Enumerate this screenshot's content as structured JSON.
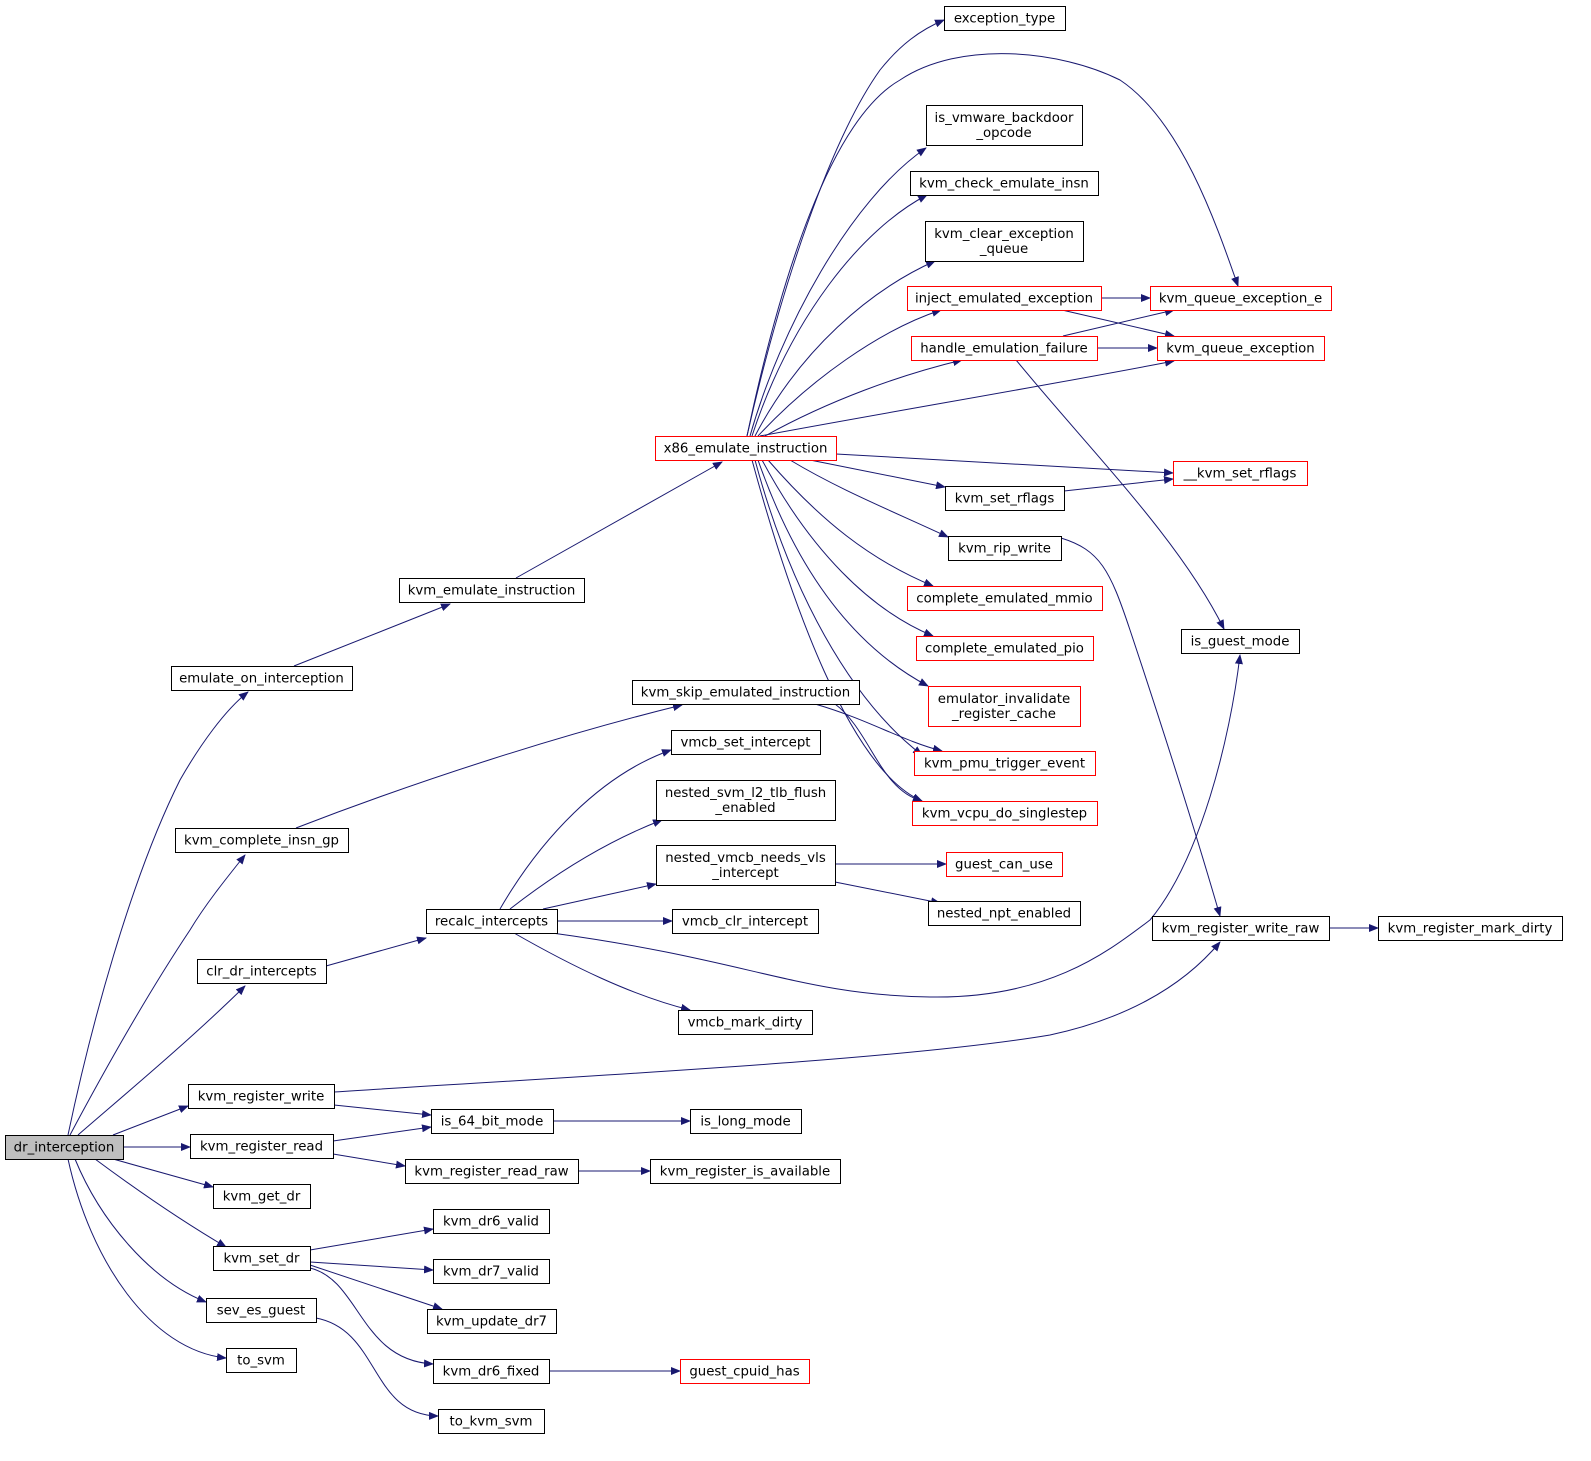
{
  "graph": {
    "colors": {
      "edge": "#191970",
      "arrowhead": "#191970",
      "node_border": "#000000",
      "node_border_truncated": "#ff0000",
      "root_fill": "#bfbfbf",
      "node_fill": "#ffffff"
    },
    "nodes": [
      {
        "id": "dr_interception",
        "lines": [
          "dr_interception"
        ],
        "root": true
      },
      {
        "id": "emulate_on_interception",
        "lines": [
          "emulate_on_interception"
        ]
      },
      {
        "id": "kvm_complete_insn_gp",
        "lines": [
          "kvm_complete_insn_gp"
        ]
      },
      {
        "id": "clr_dr_intercepts",
        "lines": [
          "clr_dr_intercepts"
        ]
      },
      {
        "id": "kvm_register_write",
        "lines": [
          "kvm_register_write"
        ]
      },
      {
        "id": "kvm_register_read",
        "lines": [
          "kvm_register_read"
        ]
      },
      {
        "id": "kvm_get_dr",
        "lines": [
          "kvm_get_dr"
        ]
      },
      {
        "id": "kvm_set_dr",
        "lines": [
          "kvm_set_dr"
        ]
      },
      {
        "id": "sev_es_guest",
        "lines": [
          "sev_es_guest"
        ]
      },
      {
        "id": "to_svm",
        "lines": [
          "to_svm"
        ]
      },
      {
        "id": "kvm_emulate_instruction",
        "lines": [
          "kvm_emulate_instruction"
        ]
      },
      {
        "id": "recalc_intercepts",
        "lines": [
          "recalc_intercepts"
        ]
      },
      {
        "id": "is_64_bit_mode",
        "lines": [
          "is_64_bit_mode"
        ]
      },
      {
        "id": "kvm_register_read_raw",
        "lines": [
          "kvm_register_read_raw"
        ]
      },
      {
        "id": "kvm_dr6_valid",
        "lines": [
          "kvm_dr6_valid"
        ]
      },
      {
        "id": "kvm_dr7_valid",
        "lines": [
          "kvm_dr7_valid"
        ]
      },
      {
        "id": "kvm_update_dr7",
        "lines": [
          "kvm_update_dr7"
        ]
      },
      {
        "id": "kvm_dr6_fixed",
        "lines": [
          "kvm_dr6_fixed"
        ]
      },
      {
        "id": "to_kvm_svm",
        "lines": [
          "to_kvm_svm"
        ]
      },
      {
        "id": "x86_emulate_instruction",
        "lines": [
          "x86_emulate_instruction"
        ],
        "truncated": true
      },
      {
        "id": "kvm_skip_emulated_instruction",
        "lines": [
          "kvm_skip_emulated_instruction"
        ]
      },
      {
        "id": "vmcb_set_intercept",
        "lines": [
          "vmcb_set_intercept"
        ]
      },
      {
        "id": "nested_svm_l2_tlb_flush_enabled",
        "lines": [
          "nested_svm_l2_tlb_flush",
          "_enabled"
        ]
      },
      {
        "id": "nested_vmcb_needs_vls_intercept",
        "lines": [
          "nested_vmcb_needs_vls",
          "_intercept"
        ]
      },
      {
        "id": "vmcb_clr_intercept",
        "lines": [
          "vmcb_clr_intercept"
        ]
      },
      {
        "id": "vmcb_mark_dirty",
        "lines": [
          "vmcb_mark_dirty"
        ]
      },
      {
        "id": "is_long_mode",
        "lines": [
          "is_long_mode"
        ]
      },
      {
        "id": "kvm_register_is_available",
        "lines": [
          "kvm_register_is_available"
        ]
      },
      {
        "id": "guest_cpuid_has",
        "lines": [
          "guest_cpuid_has"
        ],
        "truncated": true
      },
      {
        "id": "exception_type",
        "lines": [
          "exception_type"
        ]
      },
      {
        "id": "is_vmware_backdoor_opcode",
        "lines": [
          "is_vmware_backdoor",
          "_opcode"
        ]
      },
      {
        "id": "kvm_check_emulate_insn",
        "lines": [
          "kvm_check_emulate_insn"
        ]
      },
      {
        "id": "kvm_clear_exception_queue",
        "lines": [
          "kvm_clear_exception",
          "_queue"
        ]
      },
      {
        "id": "inject_emulated_exception",
        "lines": [
          "inject_emulated_exception"
        ],
        "truncated": true
      },
      {
        "id": "handle_emulation_failure",
        "lines": [
          "handle_emulation_failure"
        ],
        "truncated": true
      },
      {
        "id": "kvm_set_rflags",
        "lines": [
          "kvm_set_rflags"
        ]
      },
      {
        "id": "kvm_rip_write",
        "lines": [
          "kvm_rip_write"
        ]
      },
      {
        "id": "complete_emulated_mmio",
        "lines": [
          "complete_emulated_mmio"
        ],
        "truncated": true
      },
      {
        "id": "complete_emulated_pio",
        "lines": [
          "complete_emulated_pio"
        ],
        "truncated": true
      },
      {
        "id": "emulator_invalidate_register_cache",
        "lines": [
          "emulator_invalidate",
          "_register_cache"
        ],
        "truncated": true
      },
      {
        "id": "kvm_pmu_trigger_event",
        "lines": [
          "kvm_pmu_trigger_event"
        ],
        "truncated": true
      },
      {
        "id": "kvm_vcpu_do_singlestep",
        "lines": [
          "kvm_vcpu_do_singlestep"
        ],
        "truncated": true
      },
      {
        "id": "guest_can_use",
        "lines": [
          "guest_can_use"
        ],
        "truncated": true
      },
      {
        "id": "nested_npt_enabled",
        "lines": [
          "nested_npt_enabled"
        ]
      },
      {
        "id": "kvm_queue_exception_e",
        "lines": [
          "kvm_queue_exception_e"
        ],
        "truncated": true
      },
      {
        "id": "kvm_queue_exception",
        "lines": [
          "kvm_queue_exception"
        ],
        "truncated": true
      },
      {
        "id": "__kvm_set_rflags",
        "lines": [
          "__kvm_set_rflags"
        ],
        "truncated": true
      },
      {
        "id": "is_guest_mode",
        "lines": [
          "is_guest_mode"
        ]
      },
      {
        "id": "kvm_register_write_raw",
        "lines": [
          "kvm_register_write_raw"
        ]
      },
      {
        "id": "kvm_register_mark_dirty",
        "lines": [
          "kvm_register_mark_dirty"
        ]
      }
    ],
    "edges": [
      {
        "from": "dr_interception",
        "to": "emulate_on_interception"
      },
      {
        "from": "dr_interception",
        "to": "kvm_complete_insn_gp"
      },
      {
        "from": "dr_interception",
        "to": "clr_dr_intercepts"
      },
      {
        "from": "dr_interception",
        "to": "kvm_register_write"
      },
      {
        "from": "dr_interception",
        "to": "kvm_register_read"
      },
      {
        "from": "dr_interception",
        "to": "kvm_get_dr"
      },
      {
        "from": "dr_interception",
        "to": "kvm_set_dr"
      },
      {
        "from": "dr_interception",
        "to": "sev_es_guest"
      },
      {
        "from": "dr_interception",
        "to": "to_svm"
      },
      {
        "from": "emulate_on_interception",
        "to": "kvm_emulate_instruction"
      },
      {
        "from": "kvm_emulate_instruction",
        "to": "x86_emulate_instruction"
      },
      {
        "from": "kvm_complete_insn_gp",
        "to": "kvm_skip_emulated_instruction"
      },
      {
        "from": "clr_dr_intercepts",
        "to": "recalc_intercepts"
      },
      {
        "from": "kvm_register_write",
        "to": "is_64_bit_mode"
      },
      {
        "from": "kvm_register_write",
        "to": "kvm_register_write_raw"
      },
      {
        "from": "kvm_register_read",
        "to": "is_64_bit_mode"
      },
      {
        "from": "kvm_register_read",
        "to": "kvm_register_read_raw"
      },
      {
        "from": "kvm_set_dr",
        "to": "kvm_dr6_valid"
      },
      {
        "from": "kvm_set_dr",
        "to": "kvm_dr7_valid"
      },
      {
        "from": "kvm_set_dr",
        "to": "kvm_update_dr7"
      },
      {
        "from": "kvm_set_dr",
        "to": "kvm_dr6_fixed"
      },
      {
        "from": "sev_es_guest",
        "to": "to_kvm_svm"
      },
      {
        "from": "recalc_intercepts",
        "to": "vmcb_set_intercept"
      },
      {
        "from": "recalc_intercepts",
        "to": "nested_svm_l2_tlb_flush_enabled"
      },
      {
        "from": "recalc_intercepts",
        "to": "nested_vmcb_needs_vls_intercept"
      },
      {
        "from": "recalc_intercepts",
        "to": "vmcb_clr_intercept"
      },
      {
        "from": "recalc_intercepts",
        "to": "vmcb_mark_dirty"
      },
      {
        "from": "recalc_intercepts",
        "to": "is_guest_mode"
      },
      {
        "from": "is_64_bit_mode",
        "to": "is_long_mode"
      },
      {
        "from": "kvm_register_read_raw",
        "to": "kvm_register_is_available"
      },
      {
        "from": "kvm_dr6_fixed",
        "to": "guest_cpuid_has"
      },
      {
        "from": "kvm_skip_emulated_instruction",
        "to": "kvm_pmu_trigger_event"
      },
      {
        "from": "kvm_skip_emulated_instruction",
        "to": "kvm_vcpu_do_singlestep"
      },
      {
        "from": "nested_vmcb_needs_vls_intercept",
        "to": "guest_can_use"
      },
      {
        "from": "nested_vmcb_needs_vls_intercept",
        "to": "nested_npt_enabled"
      },
      {
        "from": "x86_emulate_instruction",
        "to": "exception_type"
      },
      {
        "from": "x86_emulate_instruction",
        "to": "kvm_queue_exception_e"
      },
      {
        "from": "x86_emulate_instruction",
        "to": "is_vmware_backdoor_opcode"
      },
      {
        "from": "x86_emulate_instruction",
        "to": "kvm_check_emulate_insn"
      },
      {
        "from": "x86_emulate_instruction",
        "to": "kvm_clear_exception_queue"
      },
      {
        "from": "x86_emulate_instruction",
        "to": "inject_emulated_exception"
      },
      {
        "from": "x86_emulate_instruction",
        "to": "handle_emulation_failure"
      },
      {
        "from": "x86_emulate_instruction",
        "to": "kvm_queue_exception"
      },
      {
        "from": "x86_emulate_instruction",
        "to": "__kvm_set_rflags"
      },
      {
        "from": "x86_emulate_instruction",
        "to": "kvm_set_rflags"
      },
      {
        "from": "x86_emulate_instruction",
        "to": "kvm_rip_write"
      },
      {
        "from": "x86_emulate_instruction",
        "to": "complete_emulated_mmio"
      },
      {
        "from": "x86_emulate_instruction",
        "to": "complete_emulated_pio"
      },
      {
        "from": "x86_emulate_instruction",
        "to": "emulator_invalidate_register_cache"
      },
      {
        "from": "x86_emulate_instruction",
        "to": "kvm_pmu_trigger_event"
      },
      {
        "from": "x86_emulate_instruction",
        "to": "kvm_vcpu_do_singlestep"
      },
      {
        "from": "inject_emulated_exception",
        "to": "kvm_queue_exception_e"
      },
      {
        "from": "inject_emulated_exception",
        "to": "kvm_queue_exception"
      },
      {
        "from": "handle_emulation_failure",
        "to": "kvm_queue_exception_e"
      },
      {
        "from": "handle_emulation_failure",
        "to": "kvm_queue_exception"
      },
      {
        "from": "handle_emulation_failure",
        "to": "is_guest_mode"
      },
      {
        "from": "kvm_set_rflags",
        "to": "__kvm_set_rflags"
      },
      {
        "from": "kvm_rip_write",
        "to": "kvm_register_write_raw"
      },
      {
        "from": "kvm_register_write_raw",
        "to": "kvm_register_mark_dirty"
      }
    ]
  }
}
